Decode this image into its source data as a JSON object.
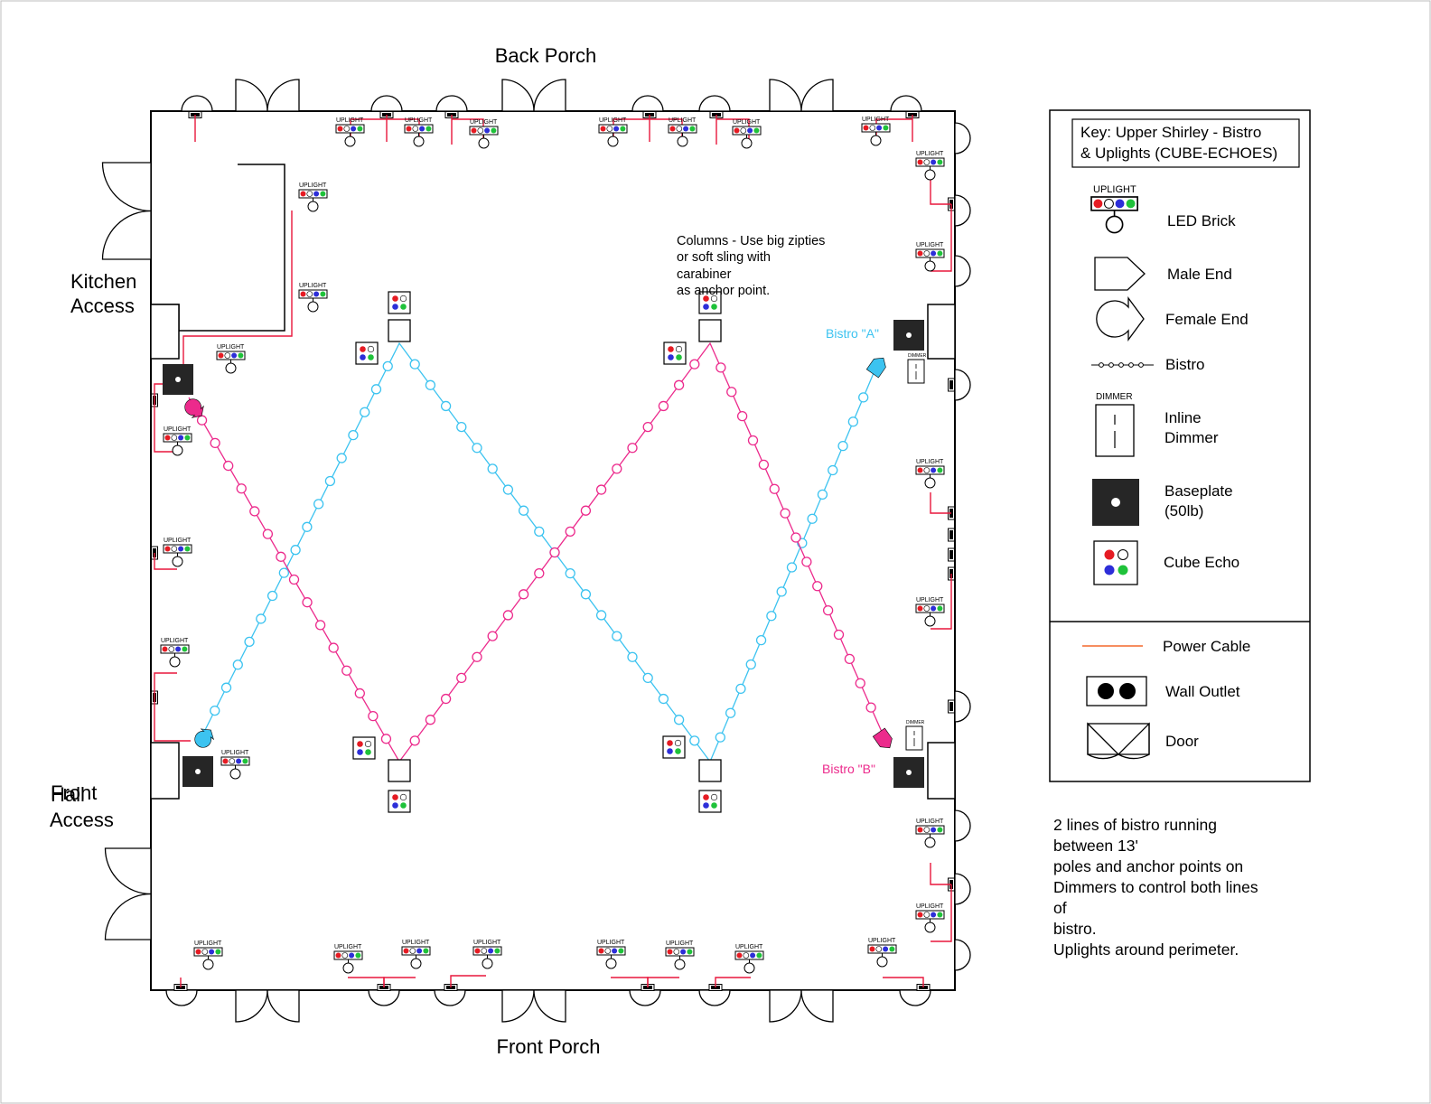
{
  "labels": {
    "back_porch": "Back Porch",
    "front_porch": "Front Porch",
    "kitchen_line1": "Kitchen",
    "kitchen_line2": "Access",
    "hall_word1": "Front",
    "hall_word2": "Hall",
    "hall_line2": "Access",
    "columns_note": [
      "Columns - Use big zipties",
      "or soft sling with",
      "carabiner",
      "as anchor point."
    ],
    "bistro_a": "Bistro \"A\"",
    "bistro_b": "Bistro \"B\"",
    "uplight": "UPLIGHT",
    "dimmer": "DIMMER"
  },
  "key": {
    "title_line1": "Key: Upper Shirley - Bistro",
    "title_line2": "& Uplights (CUBE-ECHOES)",
    "items": {
      "led_brick": "LED Brick",
      "male_end": "Male End",
      "female_end": "Female End",
      "bistro": "Bistro",
      "inline_dimmer_1": "Inline",
      "inline_dimmer_2": "Dimmer",
      "baseplate_1": "Baseplate",
      "baseplate_2": "(50lb)",
      "cube_echo": "Cube Echo",
      "power_cable": "Power Cable",
      "wall_outlet": "Wall Outlet",
      "door": "Door"
    }
  },
  "notes": [
    "2 lines of bistro running",
    "between 13'",
    "poles and anchor points on",
    "Dimmers to control both lines",
    "of",
    "bistro.",
    "Uplights around perimeter."
  ],
  "colors": {
    "bistro_a": "#3cc3f0",
    "bistro_b": "#ec2a8c",
    "power_cable": "#e8173c",
    "key_power_cable": "#f04a00",
    "brick_red": "#e51b23",
    "brick_blue": "#2d2ed8",
    "brick_green": "#1fc23a",
    "baseplate": "#262626"
  }
}
